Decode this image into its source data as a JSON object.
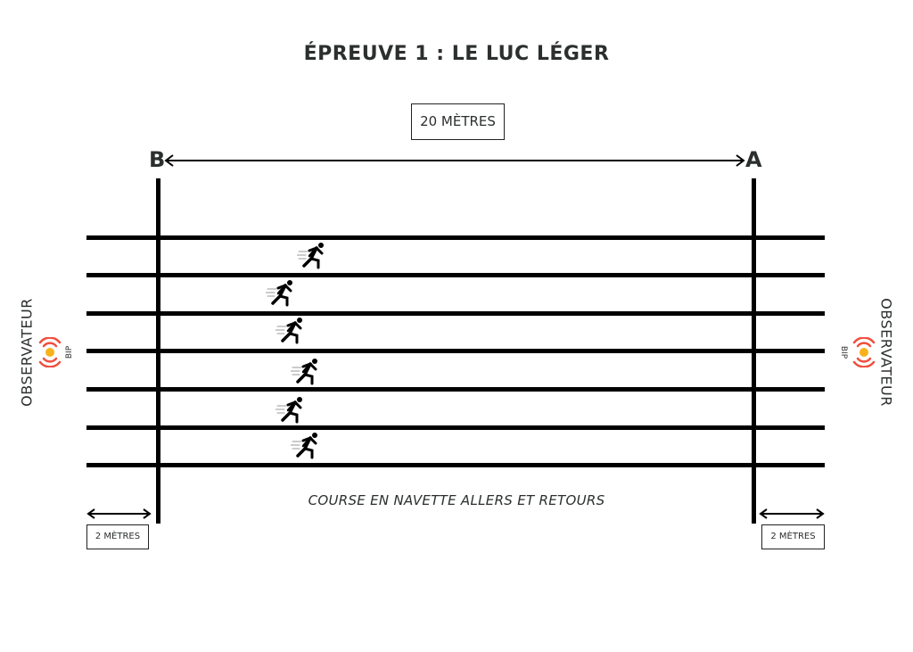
{
  "title": "ÉPREUVE 1 : LE LUC LÉGER",
  "distance_label": "20 MÈTRES",
  "point_b": "B",
  "point_a": "A",
  "caption": "COURSE EN NAVETTE ALLERS ET RETOURS",
  "margin_label_left": "2 MÈTRES",
  "margin_label_right": "2 MÈTRES",
  "observer_left": "OBSERVATEUR",
  "observer_right": "OBSERVATEUR",
  "bip_left": "BIP",
  "bip_right": "BIP",
  "colors": {
    "bip_outer": "#f04e3e",
    "bip_center": "#f7b21b"
  },
  "runner_count": 6
}
